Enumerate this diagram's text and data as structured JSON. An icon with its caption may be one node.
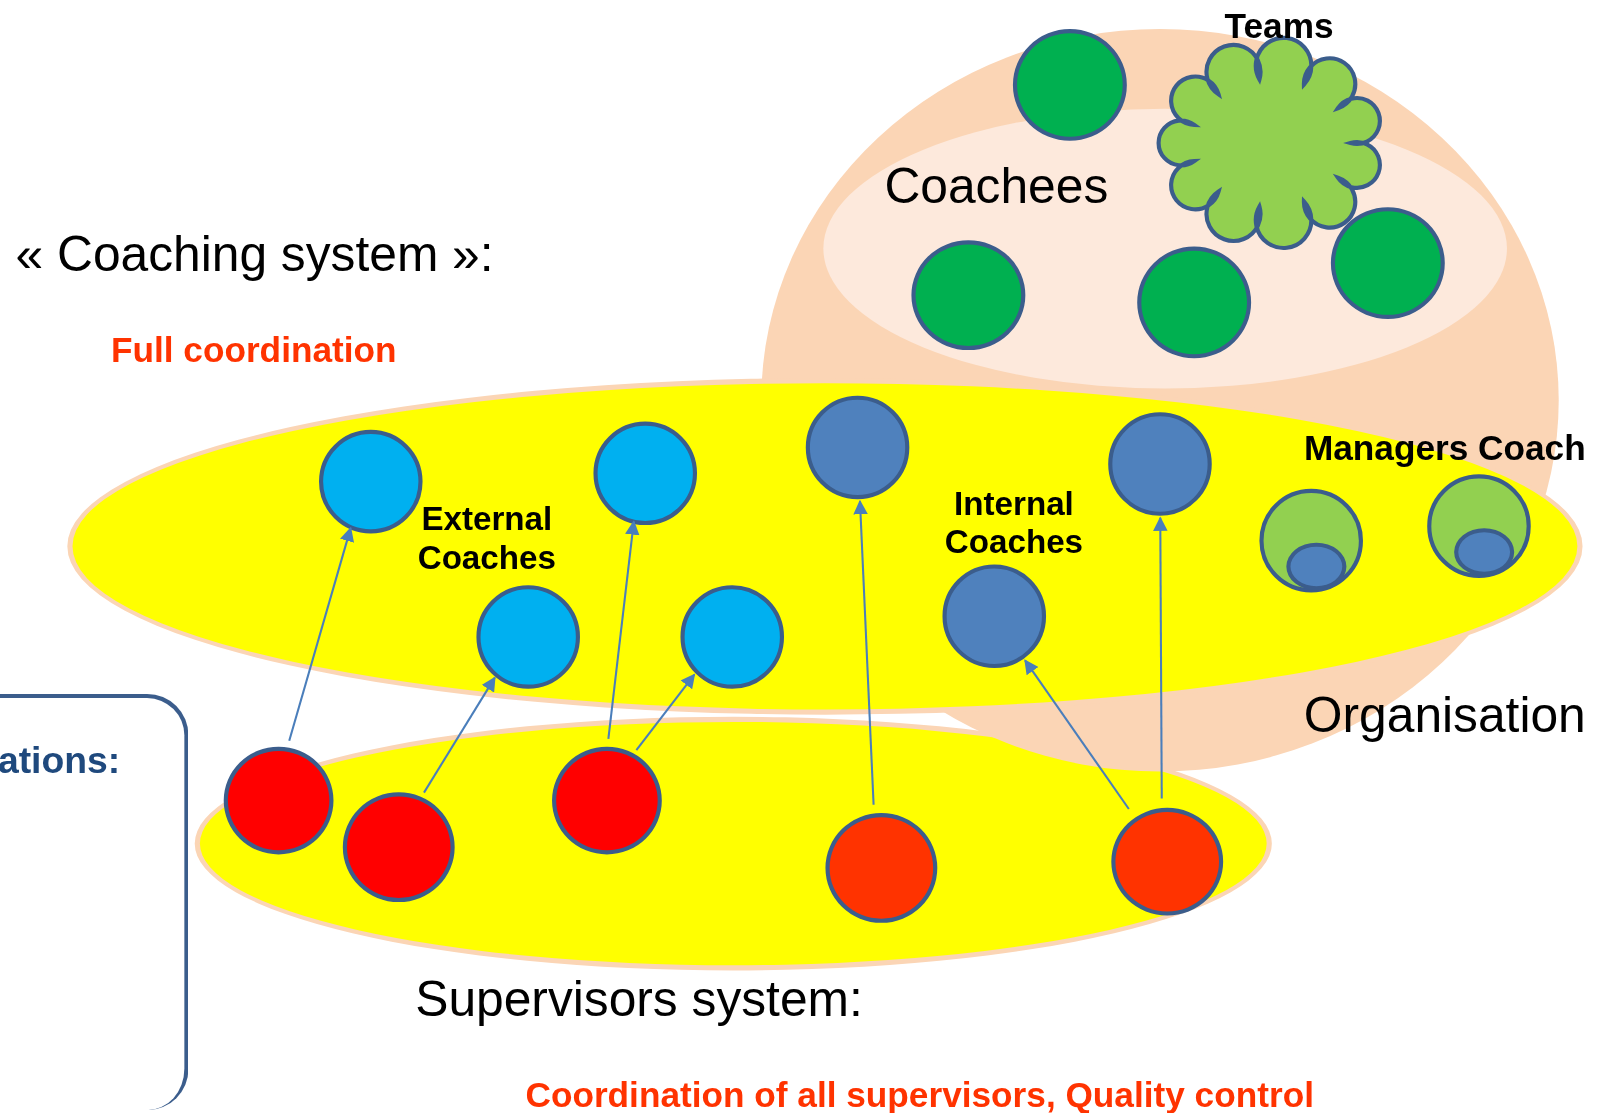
{
  "diagram": {
    "nodes": [
      {
        "text": [
          "Organisation"
        ]
      },
      {
        "text": [
          "Coachees"
        ],
        "in": 0
      },
      {
        "text": [],
        "shape": "circle",
        "in": 0
      },
      {
        "text": [
          "Teams"
        ],
        "in": 0
      },
      {
        "text": [],
        "shape": "circle",
        "in": 1
      },
      {
        "text": [],
        "shape": "circle",
        "in": 1
      },
      {
        "text": [],
        "shape": "circle",
        "in": 1
      },
      {
        "text": [
          "« Coaching system »:",
          "Full coordination"
        ]
      },
      {
        "text": [],
        "shape": "circle",
        "in": 7
      },
      {
        "text": [],
        "shape": "circle",
        "in": 7
      },
      {
        "text": [],
        "shape": "circle"
      },
      {
        "text": [],
        "shape": "circle"
      },
      {
        "text": [],
        "shape": "circle"
      },
      {
        "text": [],
        "shape": "circle"
      },
      {
        "text": [],
        "shape": "circle",
        "in": 7
      },
      {
        "text": [],
        "shape": "circle",
        "in": 7
      },
      {
        "text": [],
        "shape": "circle"
      },
      {
        "text": [
          "ations:"
        ]
      },
      {
        "text": [
          "Supervisors system:",
          "Coordination of all supervisors, Quality control"
        ]
      },
      {
        "text": [],
        "shape": "circle",
        "in": 18
      },
      {
        "text": [],
        "shape": "circle",
        "in": 18
      },
      {
        "text": [],
        "shape": "circle",
        "in": 18
      },
      {
        "text": [],
        "shape": "circle",
        "in": 18
      },
      {
        "text": [],
        "shape": "circle",
        "in": 18
      }
    ],
    "edges": [
      {
        "from": 19,
        "to": 8,
        "arrow": "to"
      },
      {
        "from": 21,
        "to": 14,
        "arrow": "to"
      },
      {
        "from": 20,
        "to": 9,
        "arrow": "to"
      },
      {
        "from": 20,
        "to": 15,
        "arrow": "to"
      },
      {
        "from": 23,
        "to": 10,
        "arrow": "to"
      },
      {
        "from": 22,
        "to": 16,
        "arrow": "to"
      },
      {
        "from": 22,
        "to": 11,
        "arrow": "to"
      }
    ],
    "labels": [
      "External Coaches",
      "Internal Coaches",
      "Managers Coach"
    ]
  }
}
